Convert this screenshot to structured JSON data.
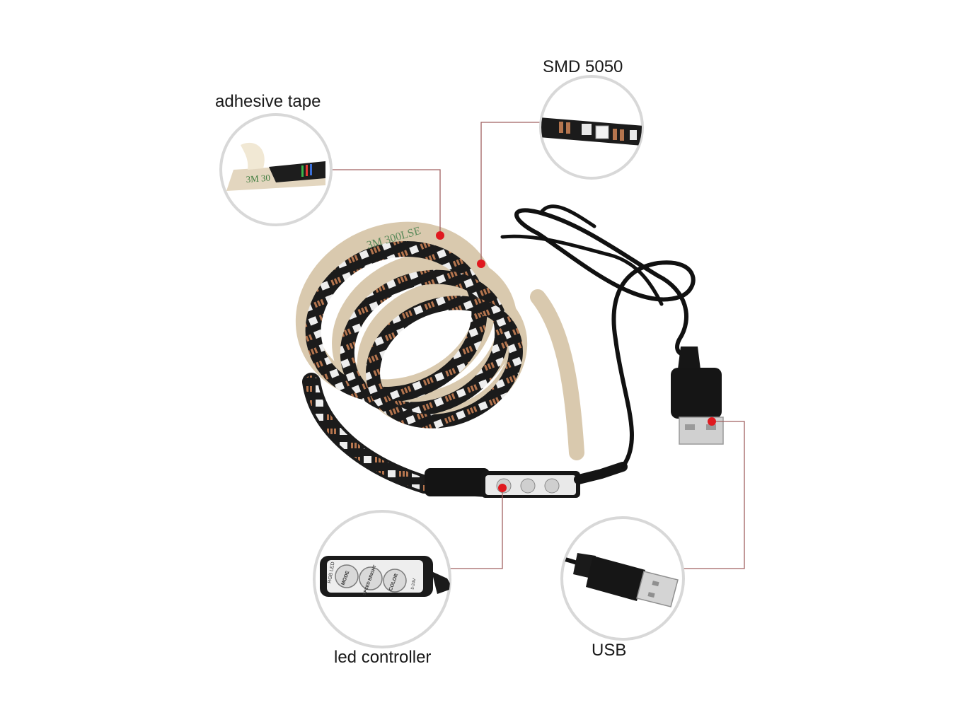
{
  "callouts": {
    "adhesive_tape": "adhesive tape",
    "smd": "SMD 5050",
    "controller": "led controller",
    "usb": "USB"
  },
  "strip_print": {
    "tape_brand": "3M 300LSE",
    "tape_small": "3M 30"
  },
  "controller_buttons": {
    "mode": "MODE",
    "speed": "SPEED BRIGHT",
    "color": "COLOR",
    "brand": "RGB LED",
    "voltage": "5-24V"
  },
  "colors": {
    "leader_line": "#a06060",
    "marker_dot": "#e0191f",
    "circle_border": "#d8d8d8",
    "strip_black": "#1b1b1b",
    "tape_beige": "#d9c9ae",
    "led_copper": "#b5754e",
    "cable": "#111111",
    "usb_metal": "#c8c8c8"
  },
  "icons": [
    "led-strip-image",
    "adhesive-tape-image",
    "smd-led-image",
    "controller-image",
    "usb-plug-image",
    "usb-cable-image"
  ]
}
